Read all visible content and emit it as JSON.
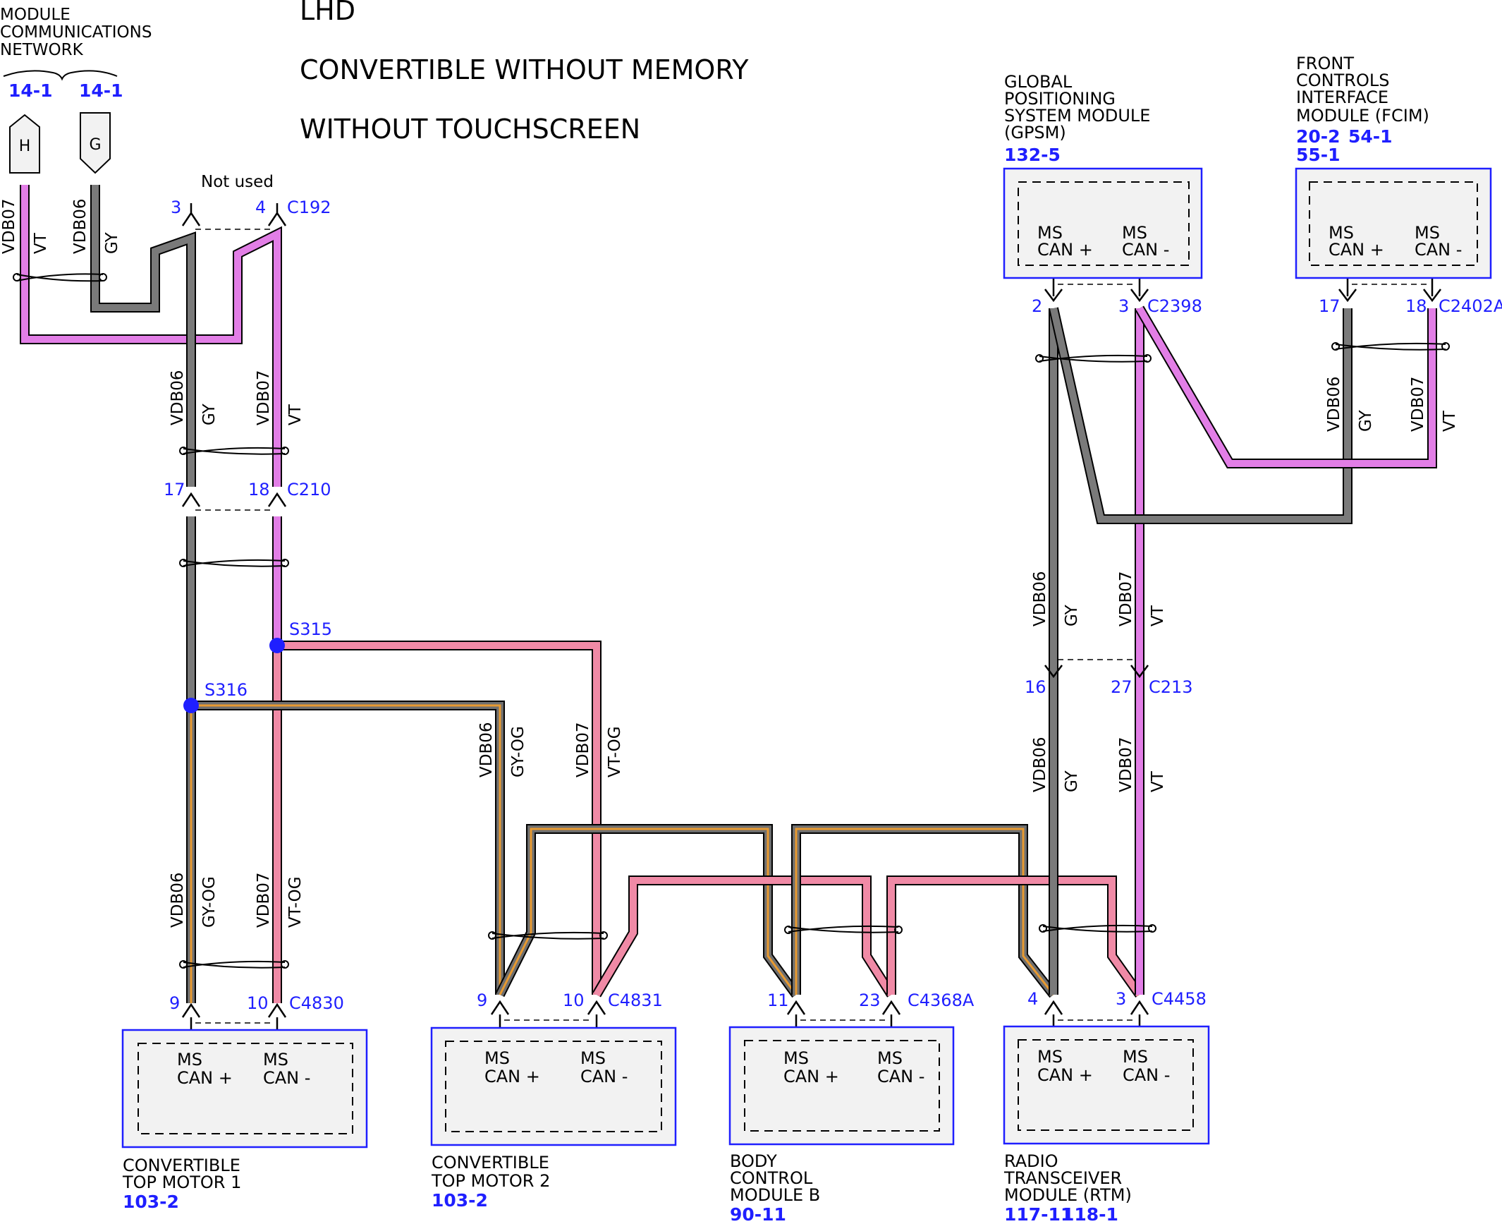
{
  "header": {
    "network_title_l1": "MODULE",
    "network_title_l2": "COMMUNICATIONS",
    "network_title_l3": "NETWORK",
    "network_ref_1": "14-1",
    "network_ref_2": "14-1",
    "title_1": "LHD",
    "title_2": "CONVERTIBLE WITHOUT MEMORY",
    "title_3": "WITHOUT TOUCHSCREEN"
  },
  "colors": {
    "gray_wire": "#7a7a7a",
    "violet_wire": "#e27ee6",
    "pink_wire": "#f08aa6",
    "orange_stripe": "#e89a30",
    "label_blue": "#1f1fff",
    "module_fill": "#f2f2f2"
  },
  "shared": {
    "ms": "MS",
    "can_plus": "CAN +",
    "can_minus": "CAN -"
  },
  "terminals": {
    "h": "H",
    "g": "G",
    "not_used": "Not used"
  },
  "wires": {
    "vdb06": "VDB06",
    "vdb07": "VDB07",
    "gy": "GY",
    "vt": "VT",
    "gy_og": "GY-OG",
    "vt_og": "VT-OG"
  },
  "connectors": {
    "c192": {
      "name": "C192",
      "pin_a": "3",
      "pin_b": "4"
    },
    "c210": {
      "name": "C210",
      "pin_a": "17",
      "pin_b": "18"
    },
    "c4830": {
      "name": "C4830",
      "pin_a": "9",
      "pin_b": "10"
    },
    "c4831": {
      "name": "C4831",
      "pin_a": "9",
      "pin_b": "10"
    },
    "c4368a": {
      "name": "C4368A",
      "pin_a": "11",
      "pin_b": "23"
    },
    "c4458": {
      "name": "C4458",
      "pin_a": "4",
      "pin_b": "3"
    },
    "c213": {
      "name": "C213",
      "pin_a": "16",
      "pin_b": "27"
    },
    "c2398": {
      "name": "C2398",
      "pin_a": "2",
      "pin_b": "3"
    },
    "c2402a": {
      "name": "C2402A",
      "pin_a": "17",
      "pin_b": "18"
    }
  },
  "splices": {
    "s315": "S315",
    "s316": "S316"
  },
  "modules": {
    "gpsm": {
      "l1": "GLOBAL",
      "l2": "POSITIONING",
      "l3": "SYSTEM MODULE",
      "l4": "(GPSM)",
      "ref1": "132-5"
    },
    "fcim": {
      "l1": "FRONT",
      "l2": "CONTROLS",
      "l3": "INTERFACE",
      "l4": "MODULE (FCIM)",
      "ref1": "20-2",
      "ref2": "54-1",
      "ref3": "55-1"
    },
    "ctm1": {
      "l1": "CONVERTIBLE",
      "l2": "TOP MOTOR 1",
      "ref1": "103-2"
    },
    "ctm2": {
      "l1": "CONVERTIBLE",
      "l2": "TOP MOTOR 2",
      "ref1": "103-2"
    },
    "bcmb": {
      "l1": "BODY",
      "l2": "CONTROL",
      "l3": "MODULE B",
      "ref1": "90-11"
    },
    "rtm": {
      "l1": "RADIO",
      "l2": "TRANSCEIVER",
      "l3": "MODULE (RTM)",
      "ref1": "117-11",
      "ref2": "118-1"
    }
  }
}
